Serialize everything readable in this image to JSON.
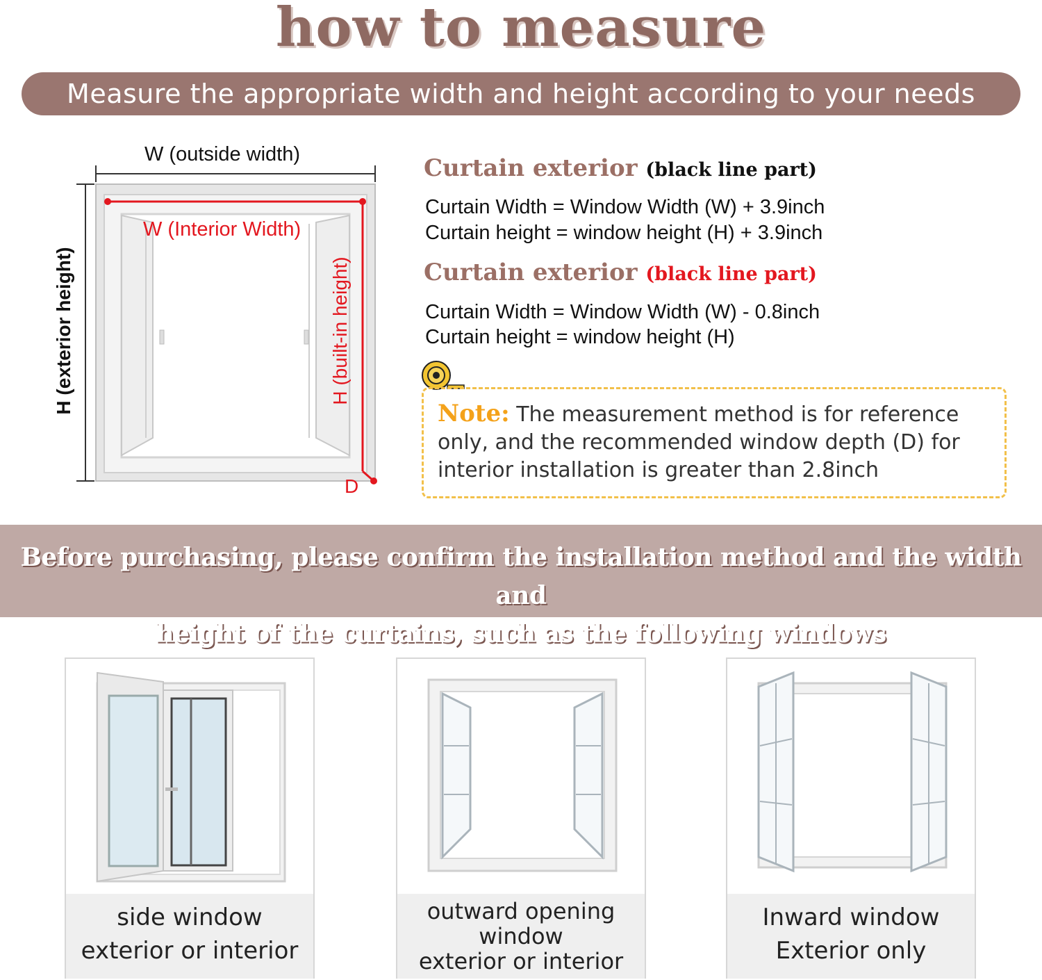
{
  "title": "how to measure",
  "subtitle": "Measure the appropriate width and height according to your needs",
  "diagram": {
    "outside_width_label": "W (outside width)",
    "interior_width_label": "W (Interior Width)",
    "exterior_height_label": "H (exterior height)",
    "builtin_height_label": "H (built-in height)",
    "depth_label": "D"
  },
  "exterior": {
    "heading": "Curtain exterior",
    "paren": "(black line part)",
    "width_formula": "Curtain Width = Window Width (W) + 3.9inch",
    "height_formula": "Curtain height = window height (H) + 3.9inch"
  },
  "interior": {
    "heading": "Curtain exterior",
    "paren": "(black line part)",
    "width_formula": "Curtain Width = Window Width (W) - 0.8inch",
    "height_formula": "Curtain height = window height (H)"
  },
  "note": {
    "label": "Note:",
    "text": "The measurement method is for reference only, and the recommended window depth (D) for interior installation is greater than 2.8inch"
  },
  "band": {
    "line1": "Before purchasing, please confirm the installation method and the width and",
    "line2": "height of the curtains, such as the following windows"
  },
  "windows": [
    {
      "line1": "side window",
      "line2": "exterior or interior"
    },
    {
      "line1": "outward opening",
      "line2": "window",
      "line3": "exterior or interior"
    },
    {
      "line1": "Inward window",
      "line2": "Exterior only"
    }
  ],
  "colors": {
    "brand": "#9a7670",
    "band": "#bfa9a5",
    "accent_red": "#e3171f",
    "note_orange": "#f4a21a"
  }
}
